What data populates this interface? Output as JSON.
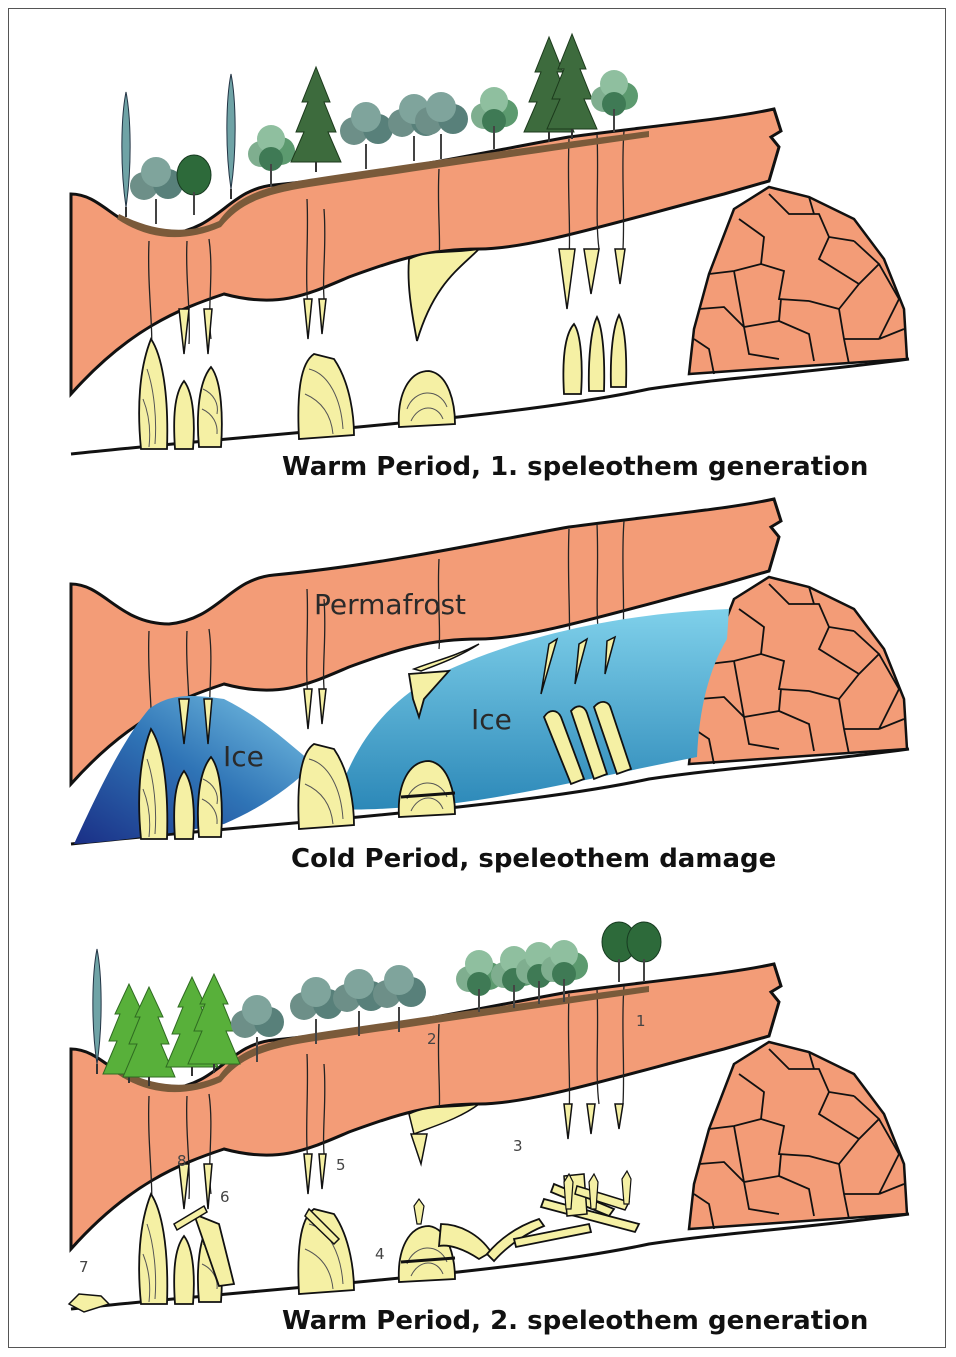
{
  "panels": [
    {
      "caption": "Warm Period, 1. speleothem generation"
    },
    {
      "caption": "Cold Period,  speleothem damage",
      "label_permafrost": "Permafrost",
      "label_ice": "Ice"
    },
    {
      "caption": "Warm Period, 2. speleothem generation",
      "numbers": [
        "1",
        "2",
        "3",
        "4",
        "5",
        "6",
        "7",
        "8"
      ]
    }
  ],
  "colors": {
    "rock": "#f39c77",
    "rock_outline": "#111111",
    "soil": "#7a5a3a",
    "speleothem": "#f5f0a4",
    "ice_light": "#8fd3ea",
    "ice_dark": "#1b3f8f",
    "conifer": "#5aa83a",
    "tree_dark": "#2e6b2e",
    "tree_blue": "#6fa3a6"
  }
}
